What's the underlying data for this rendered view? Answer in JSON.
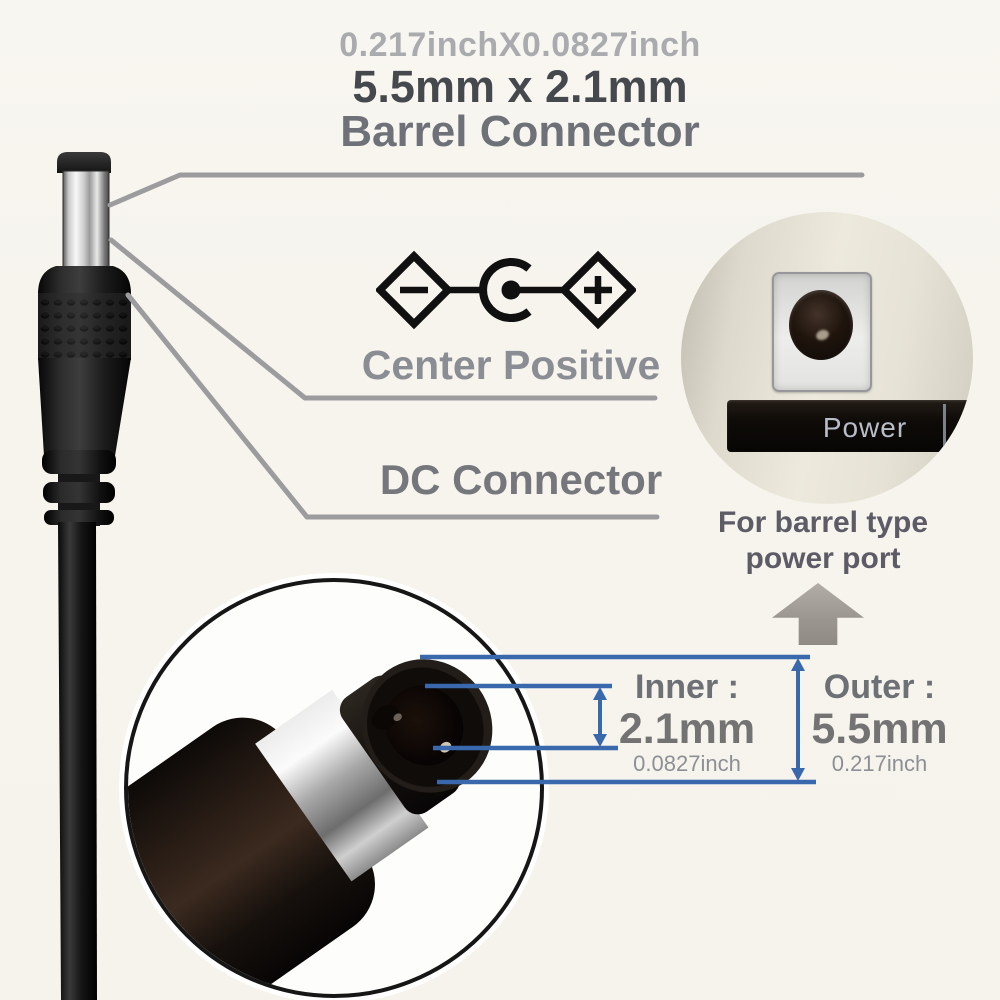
{
  "header": {
    "size_inch": "0.217inchX0.0827inch",
    "size_mm": "5.5mm x 2.1mm",
    "title": "Barrel Connector"
  },
  "polarity": {
    "label": "Center Positive"
  },
  "dc": {
    "label": "DC Connector"
  },
  "port_inset": {
    "button_label": "Power",
    "caption_line1": "For barrel type",
    "caption_line2": "power port"
  },
  "dimensions": {
    "inner_label": "Inner :",
    "inner_mm": "2.1mm",
    "inner_inch": "0.0827inch",
    "outer_label": "Outer :",
    "outer_mm": "5.5mm",
    "outer_inch": "0.217inch"
  },
  "icons": {
    "polarity_symbol": "center-positive-polarity-icon (diamond-minus, open-circle-center-dot, diamond-plus)",
    "up_arrow": "arrow-up-icon"
  },
  "colors": {
    "measure_blue": "#3a68ad",
    "callout_gray": "#9c9c9e",
    "background_cream": "#f6f4ed"
  }
}
